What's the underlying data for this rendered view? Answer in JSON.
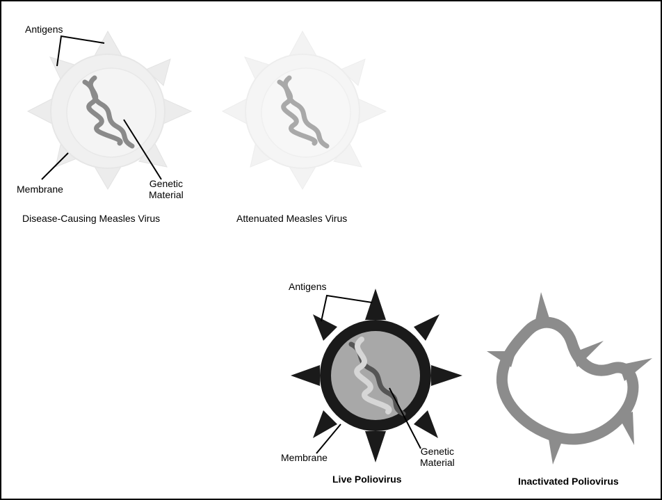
{
  "measles": {
    "antigens_label": "Antigens",
    "membrane_label": "Membrane",
    "genetic_material_label": "Genetic\nMaterial",
    "disease_caption": "Disease-Causing Measles Virus",
    "attenuated_caption": "Attenuated Measles Virus"
  },
  "polio": {
    "antigens_label": "Antigens",
    "membrane_label": "Membrane",
    "genetic_material_label": "Genetic\nMaterial",
    "live_caption": "Live Poliovirus",
    "inactivated_caption": "Inactivated Poliovirus"
  },
  "colors": {
    "measles_body": "#f2f2f2",
    "measles_spike": "#ececec",
    "measles_dna": "#8a8a8a",
    "polio_membrane": "#1a1a1a",
    "polio_core": "#a8a8a8",
    "polio_dna_light": "#d6d6d6",
    "polio_dna_dark": "#555555",
    "inactivated_outline": "#8c8c8c"
  }
}
